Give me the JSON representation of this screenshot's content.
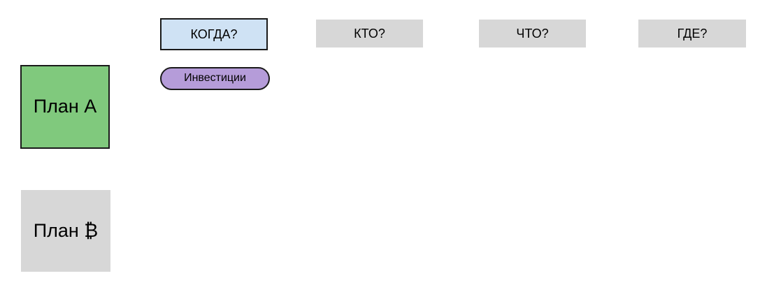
{
  "canvas": {
    "background": "#ffffff"
  },
  "colors": {
    "canvas_bg": "#ffffff",
    "blue_fill": "#cfe2f4",
    "purple_fill": "#b59cd9",
    "green_fill": "#80c97d",
    "gray_fill": "#d7d7d7",
    "outline": "#1a1a1a",
    "text": "#000000"
  },
  "column_headers": [
    {
      "label": "КОГДА?",
      "style": "blue-outlined"
    },
    {
      "label": "КТО?",
      "style": "gray"
    },
    {
      "label": "ЧТО?",
      "style": "gray"
    },
    {
      "label": "ГДЕ?",
      "style": "gray"
    }
  ],
  "row_cards": [
    {
      "label": "План А",
      "style": "green-outlined"
    },
    {
      "label": "План ₿",
      "style": "gray"
    }
  ],
  "tags": [
    {
      "label": "Инвестиции",
      "style": "purple-pill"
    }
  ]
}
